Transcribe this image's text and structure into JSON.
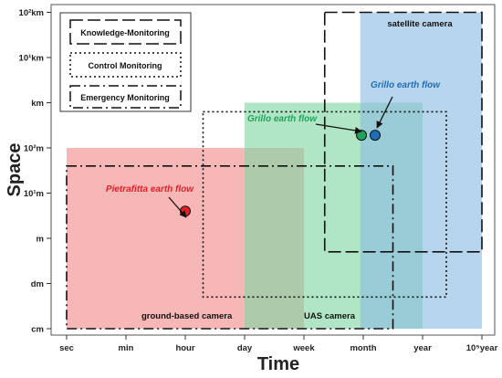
{
  "chart_data": {
    "type": "scatter",
    "xlabel": "Time",
    "ylabel": "Space",
    "x_ticks": [
      "sec",
      "min",
      "hour",
      "day",
      "week",
      "month",
      "year",
      "10⁵year"
    ],
    "y_ticks": [
      "cm",
      "dm",
      "m",
      "10¹m",
      "10²m",
      "km",
      "10¹km",
      "10²km"
    ],
    "regions": [
      {
        "name": "ground-based camera",
        "color": "#f48a8a",
        "x": [
          0,
          4
        ],
        "y": [
          0,
          4
        ]
      },
      {
        "name": "UAS camera",
        "color": "#7fd6a2",
        "x": [
          3,
          6
        ],
        "y": [
          0,
          5
        ]
      },
      {
        "name": "satellite camera",
        "color": "#8cbbe3",
        "x": [
          4.95,
          7
        ],
        "y": [
          0,
          7
        ]
      }
    ],
    "monitoring_types": [
      {
        "name": "Knowledge-Monitoring",
        "style": "long-dash",
        "x": [
          4.35,
          7
        ],
        "y": [
          1.7,
          7
        ]
      },
      {
        "name": "Control Monitoring",
        "style": "dotted",
        "x": [
          2.3,
          6.4
        ],
        "y": [
          0.7,
          4.8
        ]
      },
      {
        "name": "Emergency Monitoring",
        "style": "dash-dot",
        "x": [
          0,
          5.5
        ],
        "y": [
          0,
          3.6
        ]
      }
    ],
    "points": [
      {
        "name": "Pietrafitta earth flow",
        "x": 2.0,
        "y": 2.6,
        "color": "#e31e24"
      },
      {
        "name": "Grillo earth flow",
        "x": 4.97,
        "y": 4.28,
        "color": "#21a35a"
      },
      {
        "name": "Grillo earth flow",
        "x": 5.2,
        "y": 4.28,
        "color": "#1f6fb8"
      }
    ],
    "legend_position": "top-left"
  }
}
